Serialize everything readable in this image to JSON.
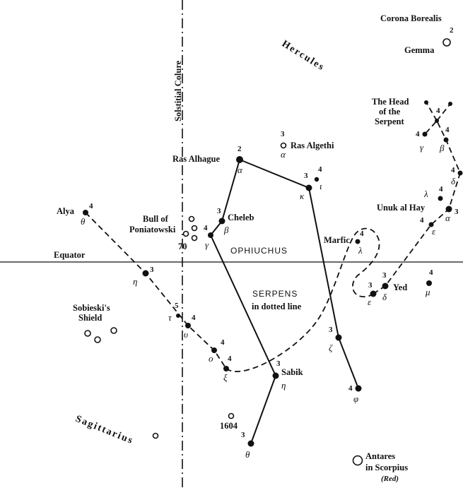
{
  "constellations": {
    "ophiuchus": "OPHIUCHUS",
    "serpens": "SERPENS",
    "serpens_note": "in dotted line",
    "hercules": "Hercules",
    "sagittarius": "Sagittarius",
    "corona_borealis": "Corona Borealis"
  },
  "lines_labels": {
    "solstitial_colure": "Solstitial Colure",
    "equator": "Equator"
  },
  "stars": {
    "gemma": {
      "name": "Gemma",
      "mag": "2"
    },
    "ras_algethi": {
      "name": "Ras Algethi",
      "mag": "3",
      "greek": "α"
    },
    "ras_alhague": {
      "name": "Ras Alhague",
      "mag": "2",
      "greek": "α"
    },
    "kappa": {
      "mag": "3",
      "greek": "κ"
    },
    "iota": {
      "mag": "4",
      "greek": "ι"
    },
    "cheleb": {
      "name": "Cheleb",
      "mag": "3",
      "greek": "β"
    },
    "gamma_oph": {
      "mag": "4",
      "greek": "γ"
    },
    "alya": {
      "name": "Alya",
      "mag": "4",
      "greek": "θ"
    },
    "eta_ser": {
      "mag": "3",
      "greek": "η"
    },
    "tau": {
      "mag": "5",
      "greek": "τ"
    },
    "upsilon": {
      "mag": "4",
      "greek": "υ"
    },
    "omicron": {
      "mag": "4",
      "greek": "ο"
    },
    "xi": {
      "mag": "4",
      "greek": "ξ"
    },
    "sabik": {
      "name": "Sabik",
      "mag": "3",
      "greek": "η"
    },
    "theta_oph": {
      "mag": "3",
      "greek": "θ"
    },
    "zeta": {
      "mag": "3",
      "greek": "ζ"
    },
    "phi": {
      "mag": "4",
      "greek": "φ"
    },
    "marfic": {
      "name": "Marfic",
      "mag": "4",
      "greek": "λ"
    },
    "yed_epsilon": {
      "mag": "3",
      "greek": "ε"
    },
    "yed": {
      "name": "Yed",
      "mag": "3",
      "greek": "δ"
    },
    "mu": {
      "mag": "4",
      "greek": "μ"
    },
    "unuk": {
      "name": "Unuk al Hay",
      "mag": "3",
      "greek": "α"
    },
    "epsilon_ser": {
      "mag": "4",
      "greek": "ε"
    },
    "lambda_ser": {
      "mag": "4",
      "greek": "λ"
    },
    "delta_ser": {
      "mag": "4",
      "greek": "δ"
    },
    "head_center": {
      "mag": "4"
    },
    "gamma_ser": {
      "mag": "4",
      "greek": "γ"
    },
    "beta_ser": {
      "mag": "4",
      "greek": "β"
    },
    "nova_1604": {
      "name": "1604"
    },
    "num_70": {
      "name": "70"
    }
  },
  "features": {
    "head_of_serpent": [
      "The Head",
      "of the",
      "Serpent"
    ],
    "bull": [
      "Bull of",
      "Poniatowski"
    ],
    "sobieski": [
      "Sobieski's",
      "Shield"
    ],
    "antares": [
      "Antares",
      "in Scorpius",
      "(Red)"
    ]
  }
}
